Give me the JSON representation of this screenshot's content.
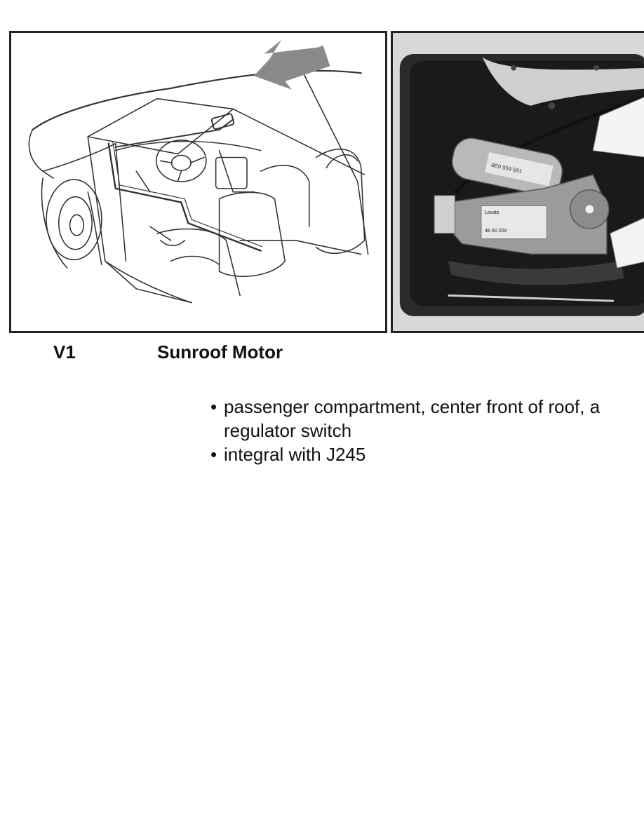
{
  "component": {
    "code": "V1",
    "name": "Sunroof Motor"
  },
  "details": [
    {
      "bullet": "•",
      "lines": [
        "passenger compartment, center front of roof, a",
        "regulator switch"
      ]
    },
    {
      "bullet": "•",
      "lines": [
        "integral with J245"
      ]
    }
  ],
  "photo_labels": {
    "motor_top": "8E0 959 591",
    "module_brand": "Lovato",
    "module_code": "4E 60 209"
  },
  "colors": {
    "arrow": "#8a8a8a",
    "frame": "#222222",
    "photo_background": "#dcdcdc"
  }
}
